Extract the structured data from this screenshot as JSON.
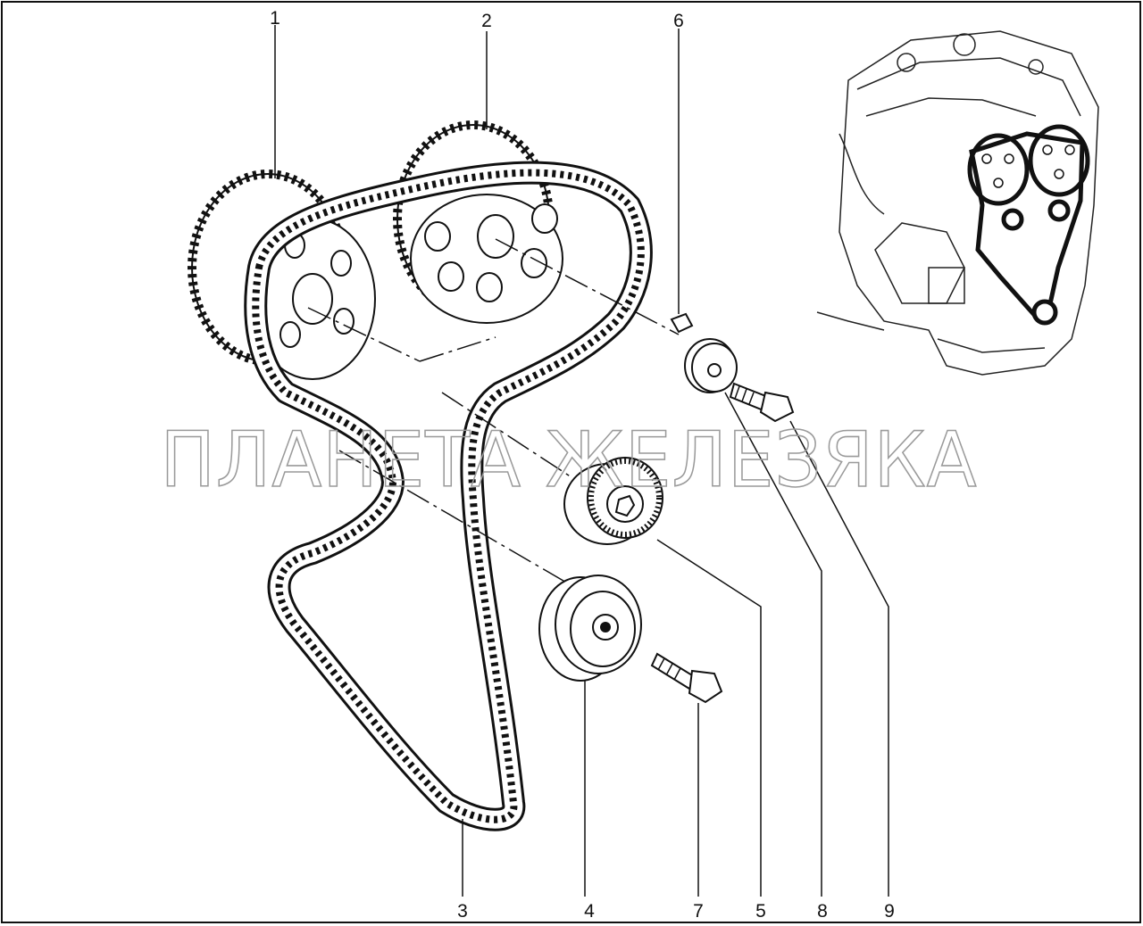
{
  "watermark": "ПЛАНЕТА ЖЕЛЕЗЯКА",
  "callouts": {
    "c1": "1",
    "c2": "2",
    "c3": "3",
    "c4": "4",
    "c5": "5",
    "c6": "6",
    "c7": "7",
    "c8": "8",
    "c9": "9"
  }
}
